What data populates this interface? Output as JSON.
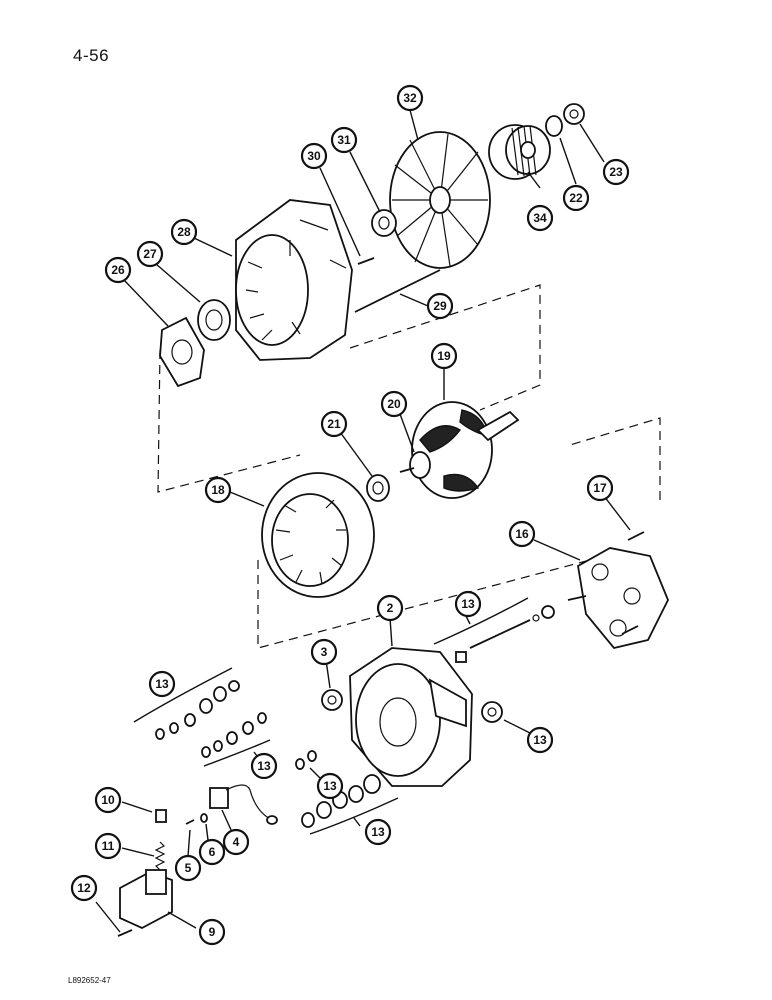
{
  "page_number": "4-56",
  "figure_code": "L892652-47",
  "callouts": [
    "32",
    "31",
    "30",
    "28",
    "27",
    "26",
    "29",
    "19",
    "20",
    "21",
    "18",
    "17",
    "16",
    "2",
    "13",
    "3",
    "13",
    "13",
    "13",
    "13",
    "10",
    "11",
    "5",
    "6",
    "4",
    "12",
    "9",
    "34",
    "22",
    "23"
  ]
}
